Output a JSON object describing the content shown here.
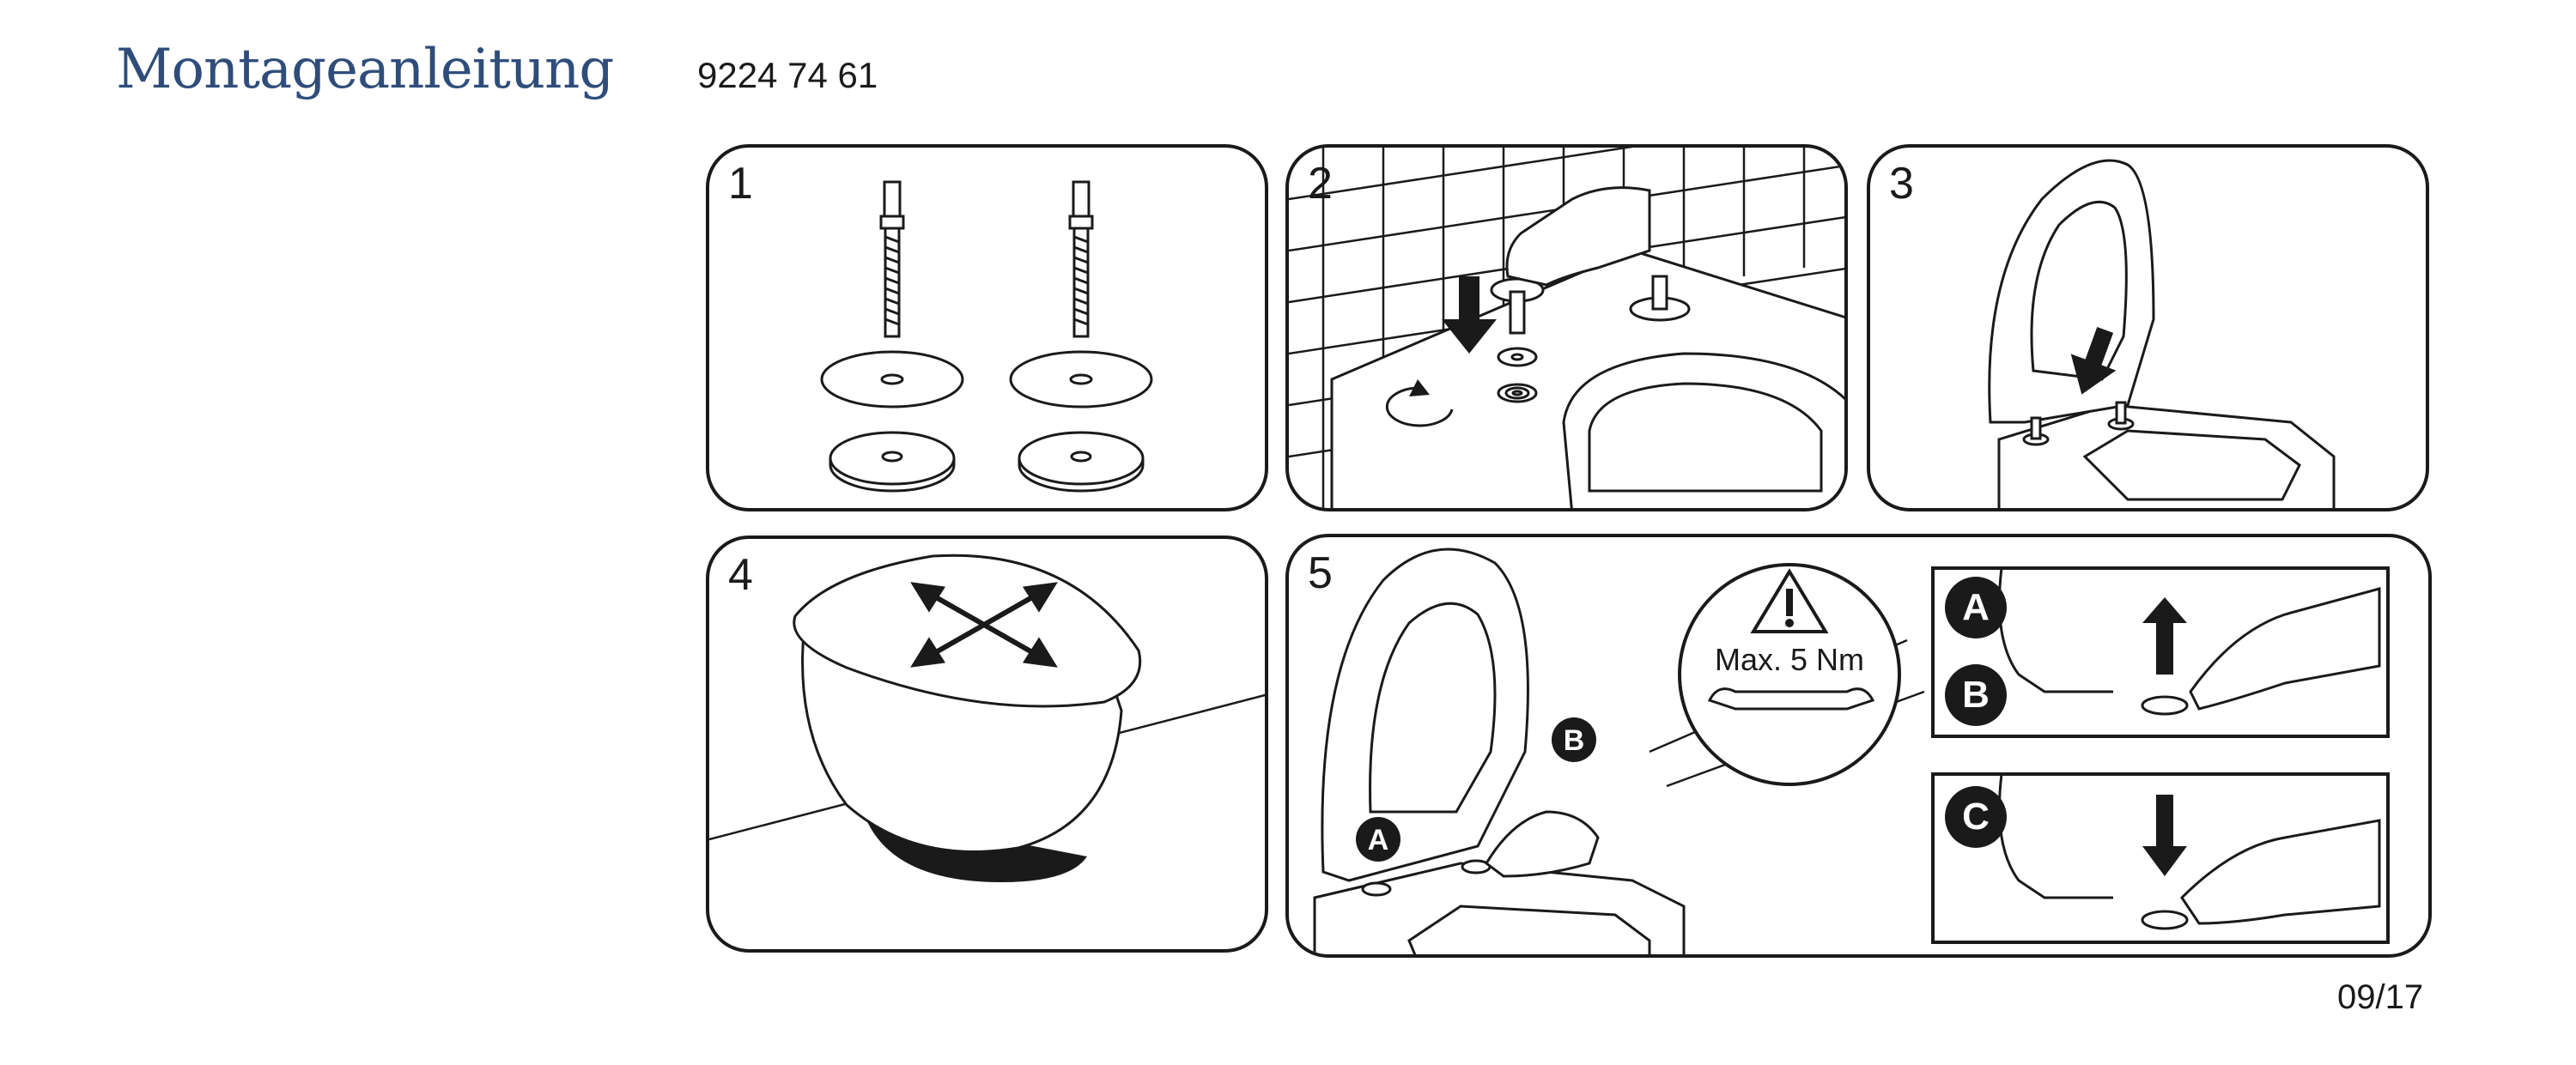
{
  "header": {
    "title": "Montageanleitung",
    "article_number": "9224 74 61"
  },
  "footer": {
    "page_number": "09/17"
  },
  "steps": [
    {
      "number": "1"
    },
    {
      "number": "2"
    },
    {
      "number": "3"
    },
    {
      "number": "4"
    },
    {
      "number": "5"
    }
  ],
  "step5": {
    "torque_label": "Max. 5 Nm",
    "badges": [
      "A",
      "B",
      "C"
    ]
  }
}
